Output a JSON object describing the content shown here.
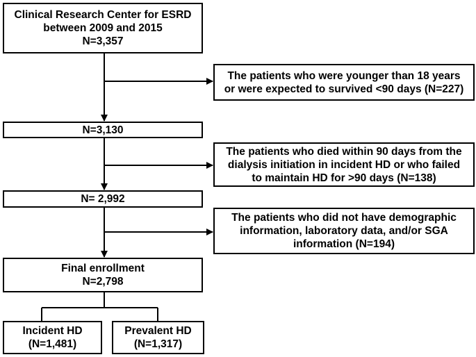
{
  "boxes": {
    "source": {
      "lines": [
        "Clinical Research Center for ESRD",
        "between 2009 and 2015",
        "N=3,357"
      ]
    },
    "exclusion1": {
      "lines": [
        "The patients who were younger than 18 years",
        "or were expected to survived <90 days (N=227)"
      ]
    },
    "count1": {
      "lines": [
        "N=3,130"
      ]
    },
    "exclusion2": {
      "lines": [
        "The patients who died within 90 days from the",
        "dialysis initiation in incident HD or who failed",
        "to maintain HD for >90 days (N=138)"
      ]
    },
    "count2": {
      "lines": [
        "N= 2,992"
      ]
    },
    "exclusion3": {
      "lines": [
        "The patients who did not have demographic",
        "information, laboratory data, and/or SGA",
        "information (N=194)"
      ]
    },
    "final": {
      "lines": [
        "Final enrollment",
        "N=2,798"
      ]
    },
    "incident": {
      "lines": [
        "Incident HD",
        "(N=1,481)"
      ]
    },
    "prevalent": {
      "lines": [
        "Prevalent HD",
        "(N=1,317)"
      ]
    }
  },
  "colors": {
    "stroke": "#000000",
    "background": "#ffffff"
  }
}
